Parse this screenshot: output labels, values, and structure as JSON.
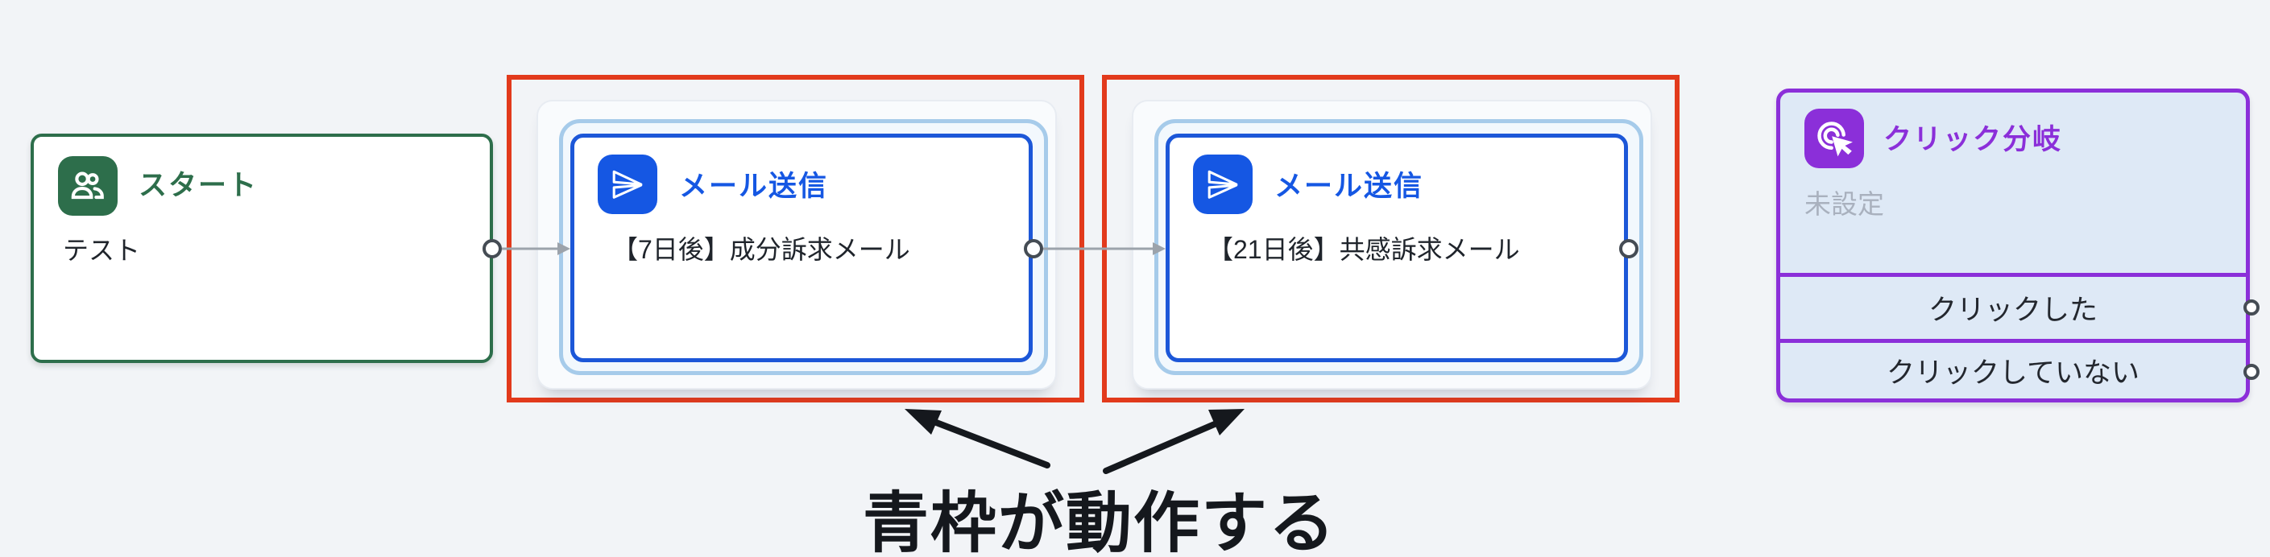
{
  "colors": {
    "canvas-bg": "#F2F4F7",
    "green": "#2D6E4B",
    "blue": "#1557E3",
    "blue-border": "#1C57D8",
    "blue-halo": "#A6CBEA",
    "red-frame": "#E23A1C",
    "purple": "#8B2FD9",
    "branch-bg": "#DEE9F6",
    "connector-gray": "#9CA3AB",
    "port-ring": "#454C54",
    "status-gray": "#A9B1BE",
    "text-dark": "#1F242B",
    "annotation-black": "#15181D"
  },
  "nodes": {
    "start": {
      "icon": "people-icon",
      "title": "スタート",
      "body": "テスト"
    },
    "mail1": {
      "icon": "send-icon",
      "title": "メール送信",
      "body": "【7日後】成分訴求メール"
    },
    "mail2": {
      "icon": "send-icon",
      "title": "メール送信",
      "body": "【21日後】共感訴求メール"
    },
    "click_branch": {
      "icon": "click-icon",
      "title": "クリック分岐",
      "status": "未設定",
      "branches": [
        {
          "label": "クリックした"
        },
        {
          "label": "クリックしていない"
        }
      ]
    }
  },
  "annotation": {
    "label": "青枠が動作する"
  }
}
